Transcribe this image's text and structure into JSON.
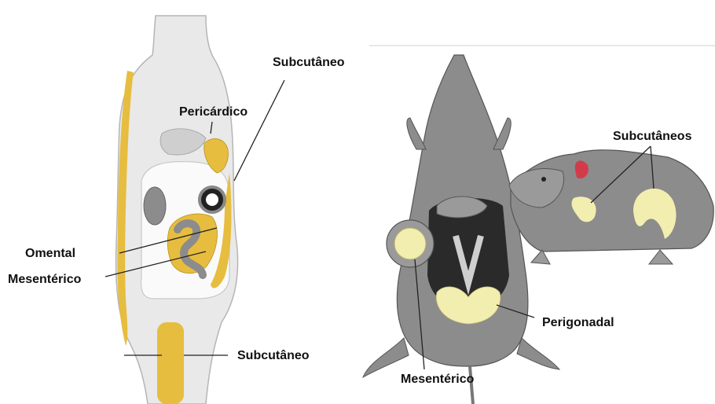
{
  "colors": {
    "fat_deposit": "#e6bd3f",
    "fat_deposit_pale": "#f2eeb0",
    "body_gray": "#8c8c8c",
    "body_light": "#e8e8e8",
    "organ_red": "#d23c4a",
    "label_text": "#111111"
  },
  "human_figure": {
    "labels": {
      "subcutaneous_top": "Subcutâneo",
      "pericardial": "Pericárdico",
      "omental": "Omental",
      "mesenteric": "Mesentérico",
      "subcutaneous_bottom": "Subcutâneo"
    }
  },
  "rodent_figure": {
    "labels": {
      "subcutaneous_plural": "Subcutâneos",
      "perigonadal": "Perigonadal",
      "mesenteric": "Mesentérico"
    }
  }
}
